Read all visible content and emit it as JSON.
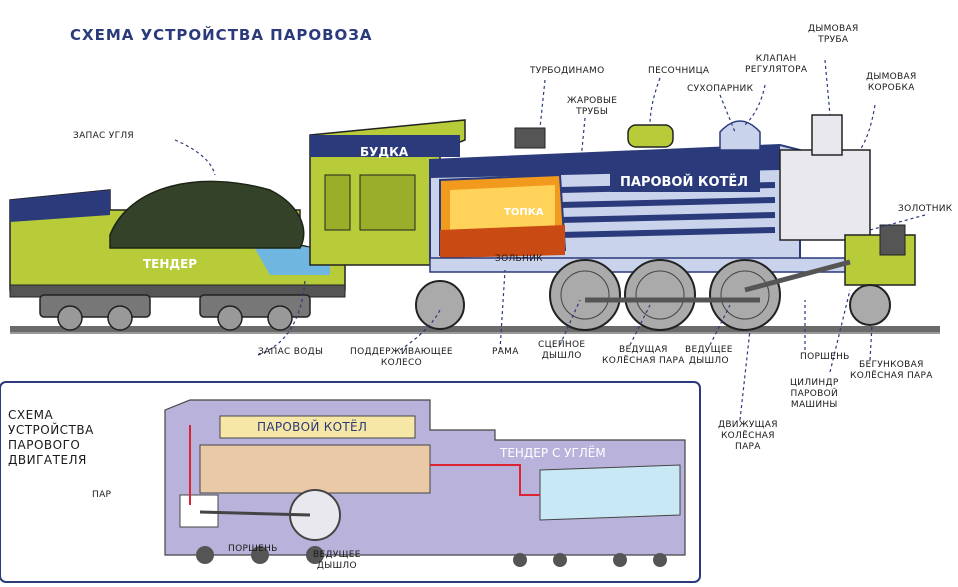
{
  "title": "СХЕМА УСТРОЙСТВА ПАРОВОЗА",
  "parts": {
    "coal_supply": "ЗАПАС УГЛЯ",
    "cab": "БУДКА",
    "tender": "ТЕНДЕР",
    "water_supply": "ЗАПАС ВОДЫ",
    "trailing_wheel": "ПОДДЕРЖИВАЮЩЕЕ\nКОЛЕСО",
    "frame": "РАМА",
    "coupling_rod": "СЦЕПНОЕ\nДЫШЛО",
    "driving_wheelset": "ВЕДУЩАЯ\nКОЛЁСНАЯ ПАРА",
    "main_rod": "ВЕДУЩЕЕ\nДЫШЛО",
    "driver_wheelset": "ДВИЖУЩАЯ\nКОЛЁСНАЯ\nПАРА",
    "piston": "ПОРШЕНЬ",
    "cylinder": "ЦИЛИНДР\nПАРОВОЙ\nМАШИНЫ",
    "bogie_wheelset": "БЕГУНКОВАЯ\nКОЛЁСНАЯ ПАРА",
    "turbogenerator": "ТУРБОДИНАМО",
    "fire_tubes": "ЖАРОВЫЕ\nТРУБЫ",
    "sandbox": "ПЕСОЧНИЦА",
    "dry_pipe": "СУХОПАРНИК",
    "regulator_valve": "КЛАПАН\nРЕГУЛЯТОРА",
    "chimney": "ДЫМОВАЯ\nТРУБА",
    "smokebox": "ДЫМОВАЯ\nКОРОБКА",
    "slide_valve": "ЗОЛОТНИК",
    "boiler": "ПАРОВОЙ КОТЁЛ",
    "firebox": "ТОПКА",
    "ashpan": "ЗОЛЬНИК"
  },
  "engine_diagram": {
    "title": "СХЕМА\nУСТРОЙСТВА\nПАРОВОГО\nДВИГАТЕЛЯ",
    "boiler": "ПАРОВОЙ КОТЁЛ",
    "tender": "ТЕНДЕР С УГЛЁМ",
    "steam": "ПАР",
    "piston": "ПОРШЕНЬ",
    "main_rod": "ВЕДУЩЕЕ\nДЫШЛО"
  },
  "colors": {
    "navy": "#2a3a7a",
    "lime": "#b8cc3a",
    "boiler_blue": "#c9d3ec",
    "fire_orange": "#f29a1e",
    "water_blue": "#6fb6e0",
    "purple_body": "#b9b3dc"
  }
}
